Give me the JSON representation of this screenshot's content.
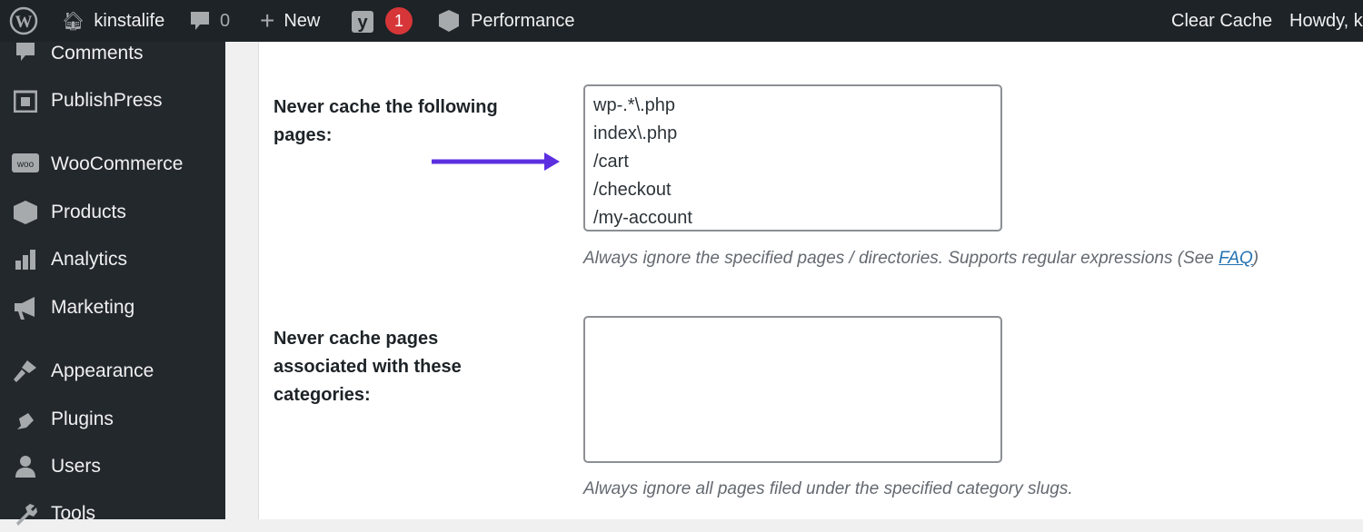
{
  "admin_bar": {
    "site": "kinstalife",
    "comments": "0",
    "new": "New",
    "yoast_badge": "1",
    "performance": "Performance",
    "clear_cache": "Clear Cache",
    "howdy": "Howdy, ki"
  },
  "sidebar": {
    "items": [
      {
        "label": "Comments",
        "icon": "comment-icon"
      },
      {
        "label": "PublishPress",
        "icon": "calendar-icon"
      },
      {
        "label": "WooCommerce",
        "icon": "woo-icon"
      },
      {
        "label": "Products",
        "icon": "box-icon"
      },
      {
        "label": "Analytics",
        "icon": "bar-chart-icon"
      },
      {
        "label": "Marketing",
        "icon": "megaphone-icon"
      },
      {
        "label": "Appearance",
        "icon": "brush-icon"
      },
      {
        "label": "Plugins",
        "icon": "plug-icon"
      },
      {
        "label": "Users",
        "icon": "user-icon"
      },
      {
        "label": "Tools",
        "icon": "wrench-icon"
      }
    ]
  },
  "settings": {
    "never_cache_pages": {
      "label": "Never cache the following pages:",
      "lines": [
        "wp-.*\\.php",
        "index\\.php",
        "/cart",
        "/checkout",
        "/my-account"
      ],
      "description": "Always ignore the specified pages / directories. Supports regular expressions (See ",
      "link": "FAQ",
      "description_end": ")"
    },
    "never_cache_categories": {
      "label": "Never cache pages associated with these categories:",
      "value": "",
      "description": "Always ignore all pages filed under the specified category slugs."
    }
  },
  "colors": {
    "arrow": "#5b2fe0",
    "admin_bar": "#1d2327",
    "link": "#2271b1"
  }
}
